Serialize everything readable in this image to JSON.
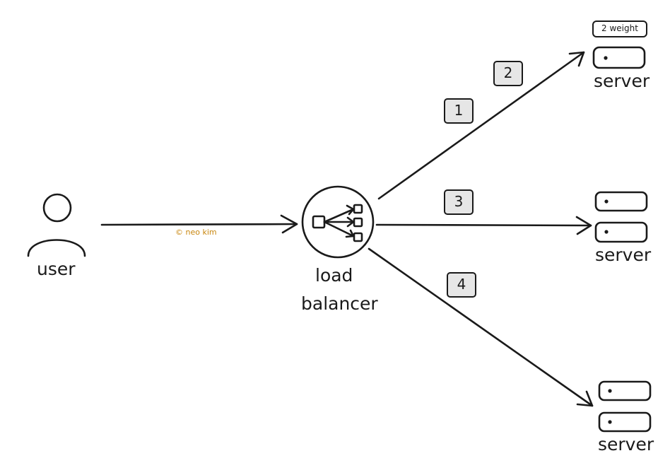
{
  "diagram": {
    "user_label": "user",
    "load_balancer_label_line1": "load",
    "load_balancer_label_line2": "balancer",
    "server_label": "server",
    "weight_tag": "2 weight",
    "routes": {
      "r1": "1",
      "r2": "2",
      "r3": "3",
      "r4": "4"
    },
    "watermark": "© neo kim",
    "colors": {
      "stroke": "#1a1a1a",
      "badge_fill": "#e6e6e6",
      "watermark": "#c8860e"
    }
  }
}
